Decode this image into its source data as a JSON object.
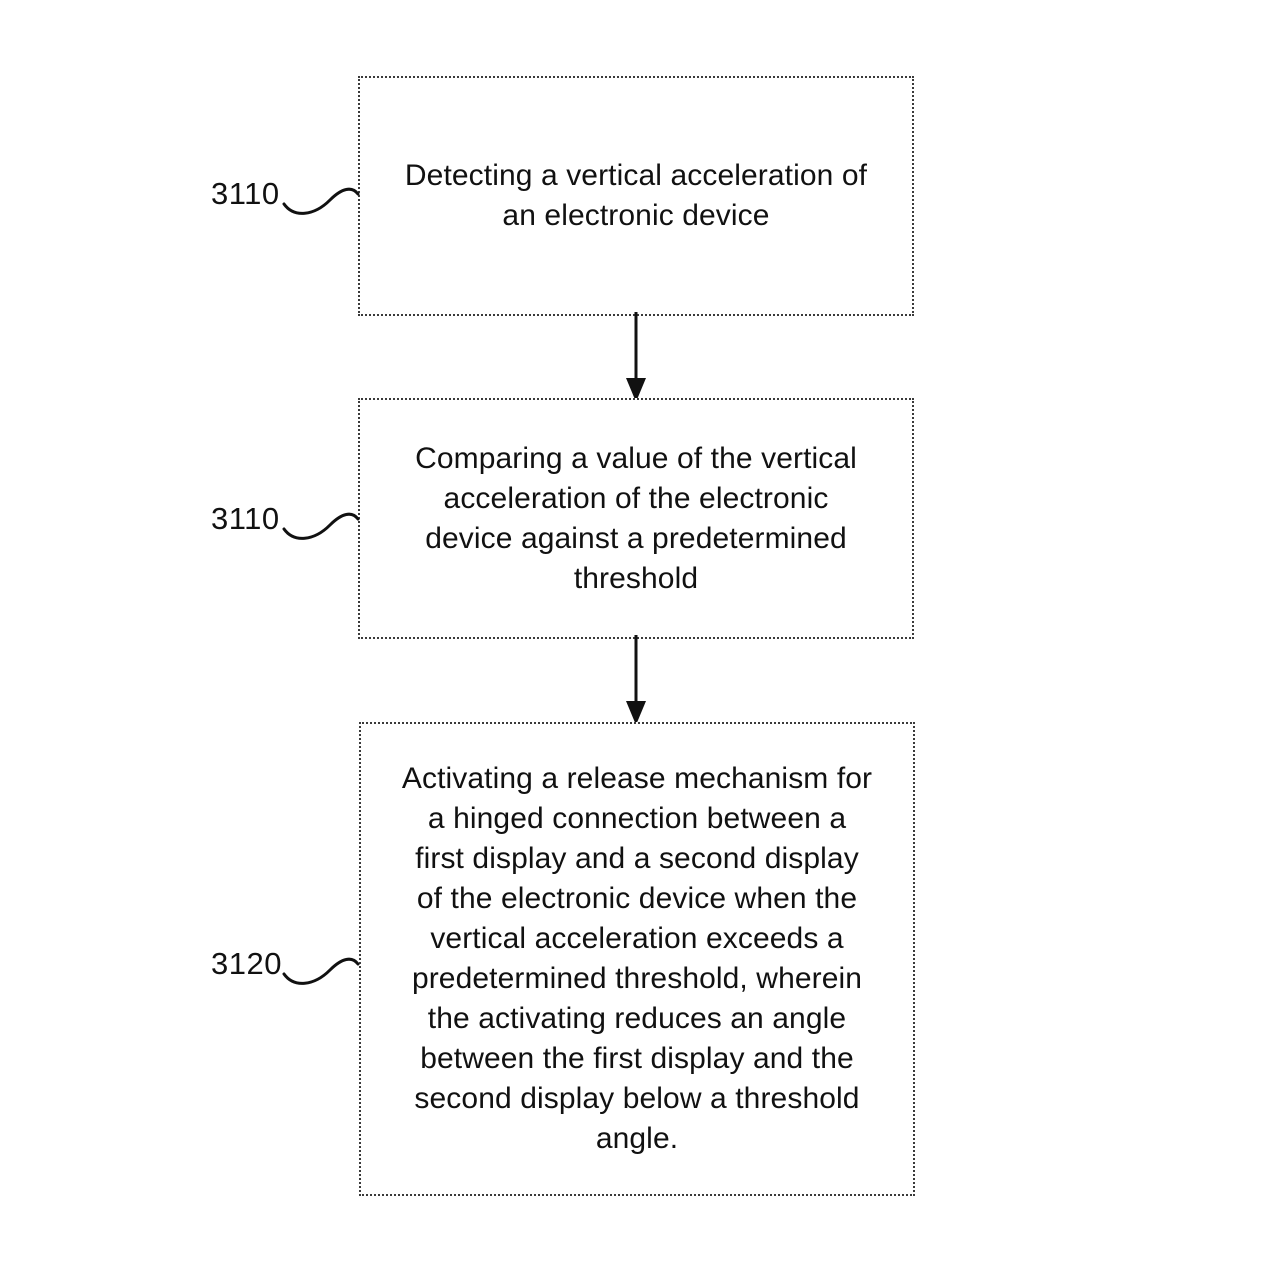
{
  "figure": {
    "type": "patent-method-flowchart",
    "background_color": "#ffffff",
    "line_color": "#3a3a3a",
    "text_color": "#111111",
    "steps": [
      {
        "ref": "3110",
        "name": "detect",
        "text": "Detecting a vertical acceleration of\nan electronic device"
      },
      {
        "ref": "3110",
        "name": "compare",
        "text": "Comparing a value of the vertical\nacceleration of the electronic\ndevice against a predetermined\nthreshold"
      },
      {
        "ref": "3120",
        "name": "activate",
        "text": "Activating a release mechanism for\na hinged connection between a\nfirst display and a second display\nof the electronic device when the\nvertical acceleration exceeds a\npredetermined threshold, wherein\nthe activating reduces an angle\nbetween the first display and the\nsecond display below a threshold\nangle."
      }
    ],
    "connectors": [
      {
        "name": "detect-to-compare",
        "style": "solid-line-with-filled-arrowhead",
        "direction": "down"
      },
      {
        "name": "compare-to-activate",
        "style": "solid-line-with-filled-arrowhead",
        "direction": "down"
      }
    ],
    "leaders": [
      {
        "name": "leader-3110-a",
        "style": "s-curve"
      },
      {
        "name": "leader-3110-b",
        "style": "s-curve"
      },
      {
        "name": "leader-3120",
        "style": "s-curve"
      }
    ]
  }
}
